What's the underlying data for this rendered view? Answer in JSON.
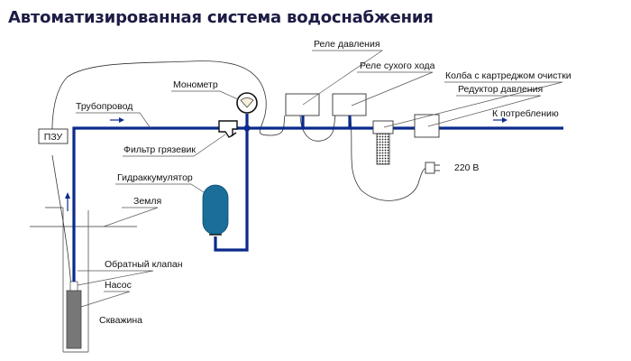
{
  "title": "Автоматизированная система водоснабжения",
  "colors": {
    "pipe": "#0a2a8c",
    "accumulator": "#1a6e99",
    "pump": "#777777",
    "title": "#1c1c44"
  },
  "labels": {
    "pzu": "ПЗУ",
    "pipeline": "Трубопровод",
    "manometer": "Монометр",
    "mud_filter": "Фильтр грязевик",
    "accumulator": "Гидраккумулятор",
    "ground": "Земля",
    "check_valve": "Обратный клапан",
    "pump": "Насос",
    "well": "Скважина",
    "pressure_relay": "Реле давления",
    "dry_run_relay": "Реле сухого хода",
    "filter_flask": "Колба с картреджом очистки",
    "pressure_reducer": "Редуктор давления",
    "to_consumer": "К потреблению",
    "power": "220 В"
  }
}
